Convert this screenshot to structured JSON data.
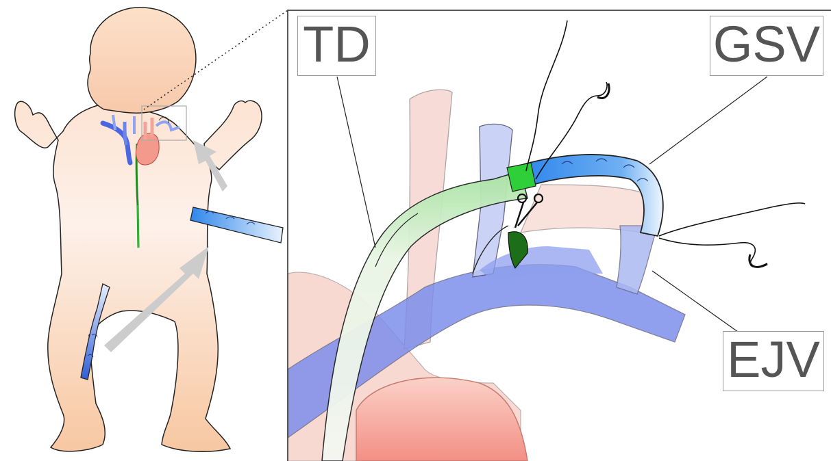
{
  "labels": {
    "td": "TD",
    "gsv": "GSV",
    "ejv": "EJV"
  },
  "colors": {
    "skin_top": "#fde1cd",
    "skin_bottom": "#f8c49c",
    "vein_blue": "#5573e6",
    "vein_light": "#aabbf2",
    "artery_red": "#f39a8c",
    "thoracic_duct_green": "#2fcf3a",
    "dark_green": "#1c6e19",
    "graft_blue": "#2f86ec",
    "arrow_gray": "#cccccc",
    "label_text": "#555555"
  },
  "icons": [
    "scissors-icon",
    "needle-icon"
  ]
}
